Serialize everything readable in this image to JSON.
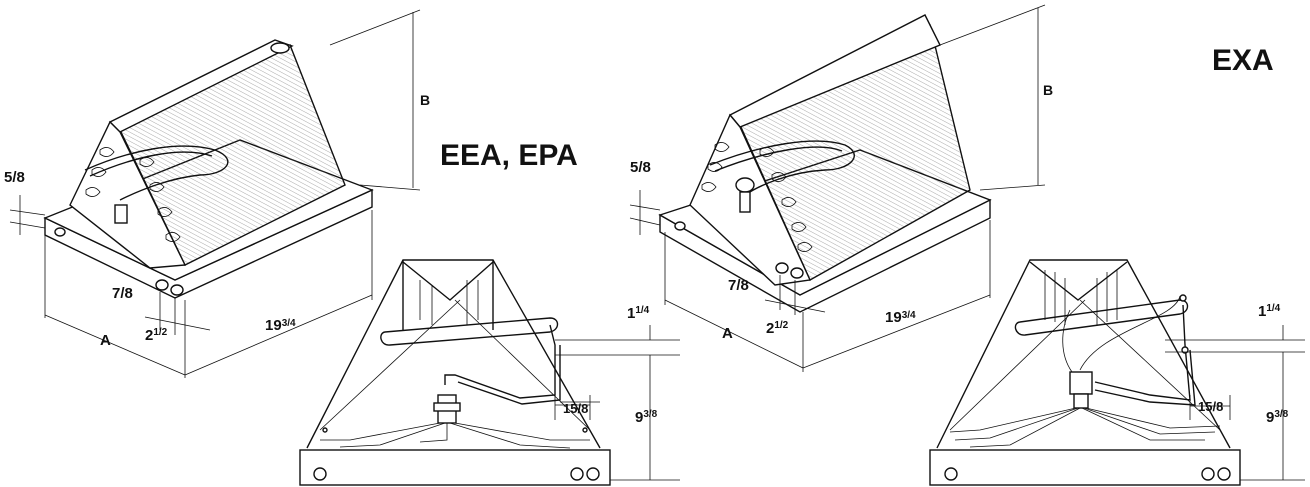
{
  "titles": {
    "left": "EEA, EPA",
    "right": "EXA"
  },
  "dims": {
    "A": "A",
    "B": "B",
    "five_eighths": "5/8",
    "seven_eighths": "7/8",
    "two_half_whole": "2",
    "two_half_frac": "1/2",
    "nineteen_whole": "19",
    "nineteen_frac": "3/4",
    "one_quarter_whole": "1",
    "one_quarter_frac": "1/4",
    "fifteen_eighths": "15/8",
    "nine_whole": "9",
    "nine_frac": "3/8"
  }
}
